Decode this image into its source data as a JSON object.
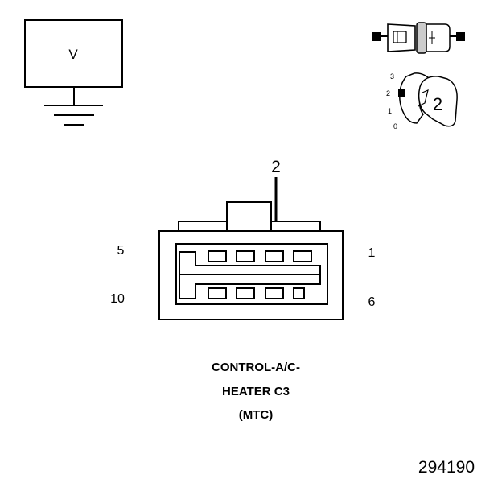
{
  "voltmeter": {
    "label": "V"
  },
  "switch_icon": {
    "positions": [
      "3",
      "2",
      "1",
      "0"
    ],
    "selected": "2"
  },
  "connector": {
    "probe_pin": "2",
    "pin_labels": {
      "top_left": "5",
      "top_right": "1",
      "bottom_left": "10",
      "bottom_right": "6"
    }
  },
  "caption": {
    "line1": "CONTROL-A/C-",
    "line2": "HEATER C3",
    "line3": "(MTC)"
  },
  "figure_id": "294190",
  "colors": {
    "ink": "#000000",
    "background": "#ffffff",
    "gray": "#cccccc"
  }
}
